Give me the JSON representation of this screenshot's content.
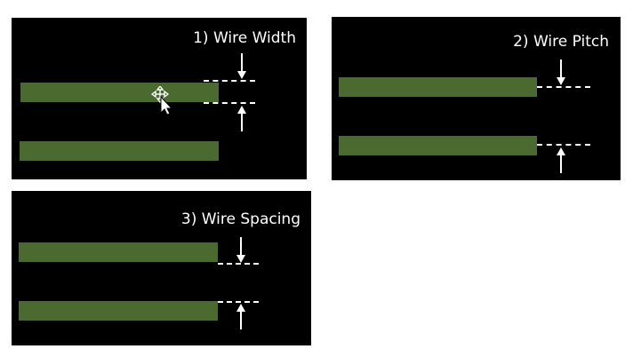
{
  "panels": [
    {
      "id": "wire-width",
      "title": "1) Wire Width"
    },
    {
      "id": "wire-pitch",
      "title": "2) Wire Pitch"
    },
    {
      "id": "wire-spacing",
      "title": "3) Wire Spacing"
    }
  ],
  "colors": {
    "background": "#000000",
    "wire": "#4a6a30",
    "annotation": "#ffffff"
  },
  "icons": [
    "move-cursor-icon",
    "arrow-down-icon",
    "arrow-up-icon"
  ]
}
